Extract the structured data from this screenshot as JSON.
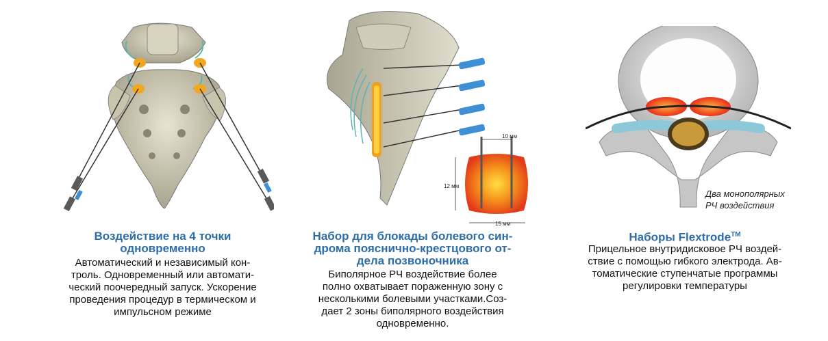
{
  "panels": [
    {
      "title_lines": [
        "Воздействие на 4 точки",
        "одновременно"
      ],
      "body_lines": [
        "Автоматический и независимый кон-",
        "троль. Одновременный или автомати-",
        "ческий поочередный запуск. Ускорение",
        "проведения процедур в термическом и",
        "импульсном режиме"
      ]
    },
    {
      "title_lines": [
        "Набор для блокады болевого син-",
        "дрома пояснично-крестцового от-",
        "дела позвоночника"
      ],
      "body_lines": [
        "Биполярное РЧ воздействие более",
        "полно охватывает пораженную зону с",
        "несколькими болевыми участками.Соз-",
        "дает 2 зоны биполярного воздействия",
        "одновременно."
      ],
      "dimensions": {
        "top": "10 мм",
        "side": "12 мм",
        "bottom": "15 мм"
      }
    },
    {
      "title": "Наборы Flextrode",
      "title_sup": "TM",
      "body_lines": [
        "Прицельное внутридисковое РЧ воздей-",
        "ствие с помощью гибкого электрода. Ав-",
        "томатические ступенчатые программы",
        "регулировки температуры"
      ],
      "note_lines": [
        "Два монополярных",
        "РЧ воздействия"
      ]
    }
  ]
}
